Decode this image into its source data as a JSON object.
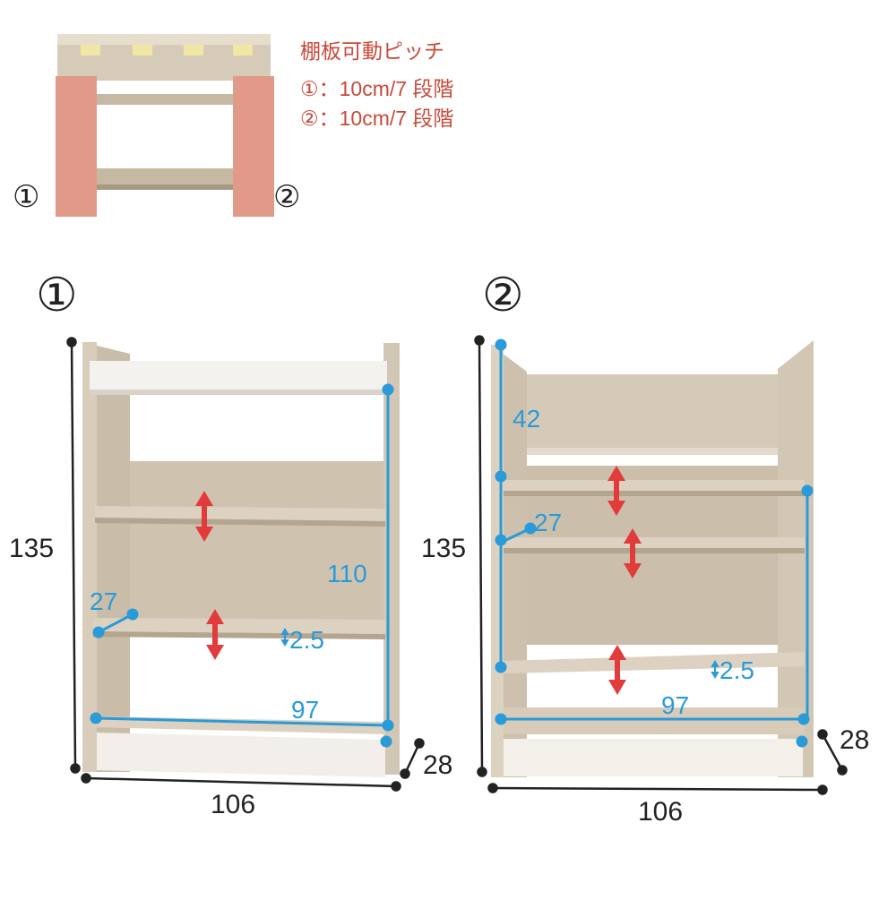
{
  "header": {
    "pitch_title": "棚板可動ピッチ",
    "pitch_line_1": "①：10cm/7 段階",
    "pitch_line_2": "②：10cm/7 段階"
  },
  "thumbnail": {
    "label_left": "①",
    "label_right": "②"
  },
  "unit1": {
    "label": "①",
    "height": "135",
    "width": "106",
    "depth": "28",
    "inner_height": "110",
    "inner_width": "97",
    "shelf_depth": "27",
    "lip": "2.5"
  },
  "unit2": {
    "label": "②",
    "height": "135",
    "width": "106",
    "depth": "28",
    "top_section": "42",
    "inner_width": "97",
    "shelf_depth": "27",
    "lip": "2.5"
  },
  "colors": {
    "wood": "#d2c7b5",
    "wood_dark": "#b3a58f",
    "white_board": "#f4f2ee",
    "highlight": "#e19a89",
    "dim_blue": "#2a9ad8",
    "arrow_red": "#e23b3b",
    "pitch_text": "#c8493a"
  }
}
